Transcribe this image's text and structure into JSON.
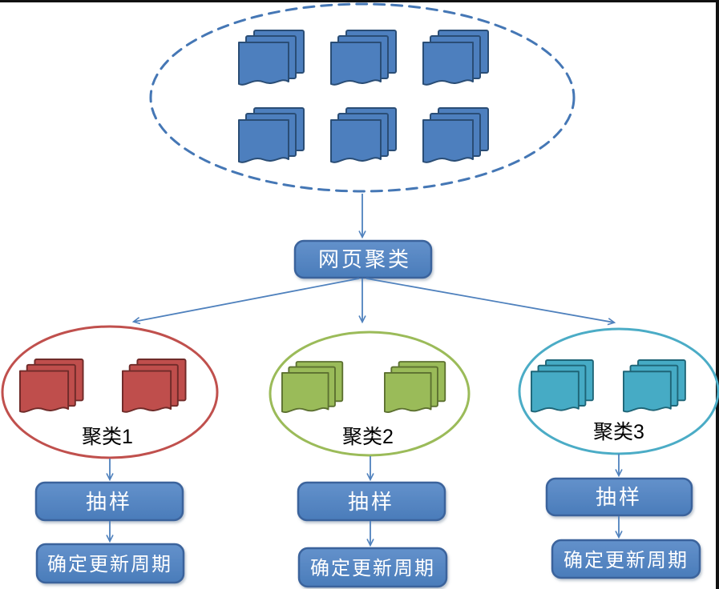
{
  "diagram": {
    "root_box": {
      "label": "网页聚类"
    },
    "source_pool": {
      "document_stacks": 6,
      "pages_per_stack": 3
    },
    "clusters": [
      {
        "label": "聚类1",
        "sample_label": "抽样",
        "period_label": "确定更新周期",
        "document_stacks": 2
      },
      {
        "label": "聚类2",
        "sample_label": "抽样",
        "period_label": "确定更新周期",
        "document_stacks": 2
      },
      {
        "label": "聚类3",
        "sample_label": "抽样",
        "period_label": "确定更新周期",
        "document_stacks": 2
      }
    ]
  },
  "colors": {
    "doc_blue_fill": "#4d7fbe",
    "doc_blue_stroke": "#2a4d75",
    "cluster1_color": "#c0504d",
    "cluster1_doc_fill": "#bf4e4c",
    "cluster1_doc_stroke": "#6f2b29",
    "cluster2_color": "#9bbb59",
    "cluster2_doc_fill": "#9abb59",
    "cluster2_doc_stroke": "#5c7030",
    "cluster3_color": "#4bacc6",
    "cluster3_doc_fill": "#46abc5",
    "cluster3_doc_stroke": "#1f6577",
    "process_box_fill": "#4f81bd",
    "process_box_border": "#3b639c",
    "arrow_color": "#4f81bd",
    "dashed_ellipse_color": "#4577b5",
    "label_color": "#000000"
  }
}
